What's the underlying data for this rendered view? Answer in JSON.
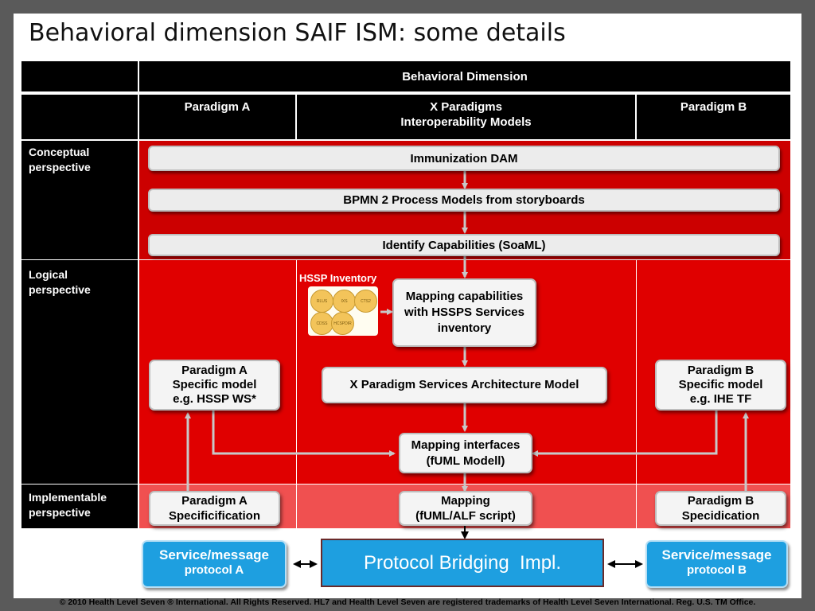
{
  "title": "Behavioral dimension SAIF ISM: some details",
  "header": {
    "dimension": "Behavioral Dimension",
    "columns": {
      "paradigm_a": "Paradigm A",
      "x_paradigms_line1": "X Paradigms",
      "x_paradigms_line2": "Interoperability Models",
      "paradigm_b": "Paradigm B"
    }
  },
  "rows": {
    "conceptual": [
      "Conceptual",
      "perspective"
    ],
    "logical": [
      "Logical",
      "perspective"
    ],
    "implementable": [
      "Implementable",
      "perspective"
    ]
  },
  "conceptual_boxes": {
    "immunization": "Immunization DAM",
    "bpmn": "BPMN 2 Process Models from storyboards",
    "capabilities": "Identify Capabilities (SoaML)"
  },
  "hssp": {
    "label": "HSSP Inventory",
    "items": [
      "RLUS",
      "IXS",
      "CTS2",
      "CDSS",
      "HCSPDIR"
    ]
  },
  "logical_boxes": {
    "mapping_caps": [
      "Mapping capabilities",
      "with HSSPS Services",
      "inventory"
    ],
    "x_arch": "X Paradigm Services Architecture Model",
    "paradigm_a_model": [
      "Paradigm A",
      "Specific model",
      "e.g. HSSP WS*"
    ],
    "paradigm_b_model": [
      "Paradigm B",
      "Specific model",
      "e.g. IHE TF"
    ],
    "mapping_ifaces": [
      "Mapping interfaces",
      "(fUML Modell)"
    ]
  },
  "impl_boxes": {
    "paradigm_a_spec": [
      "Paradigm A",
      "Specificification"
    ],
    "mapping": [
      "Mapping",
      "(fUML/ALF script)"
    ],
    "paradigm_b_spec": [
      "Paradigm B",
      "Specidication"
    ]
  },
  "bottom": {
    "service_a": [
      "Service/message",
      "protocol A"
    ],
    "bridge": "Protocol Bridging  Impl.",
    "service_b": [
      "Service/message",
      "protocol B"
    ]
  },
  "footer": "© 2010 Health Level Seven ® International. All Rights Reserved. HL7 and Health Level Seven are registered trademarks of Health Level Seven International. Reg. U.S. TM Office.",
  "colors": {
    "conceptual_red": "#cc0000",
    "logical_red": "#e00000",
    "impl_red": "#f05050",
    "protocol_blue": "#1e9fe0"
  }
}
